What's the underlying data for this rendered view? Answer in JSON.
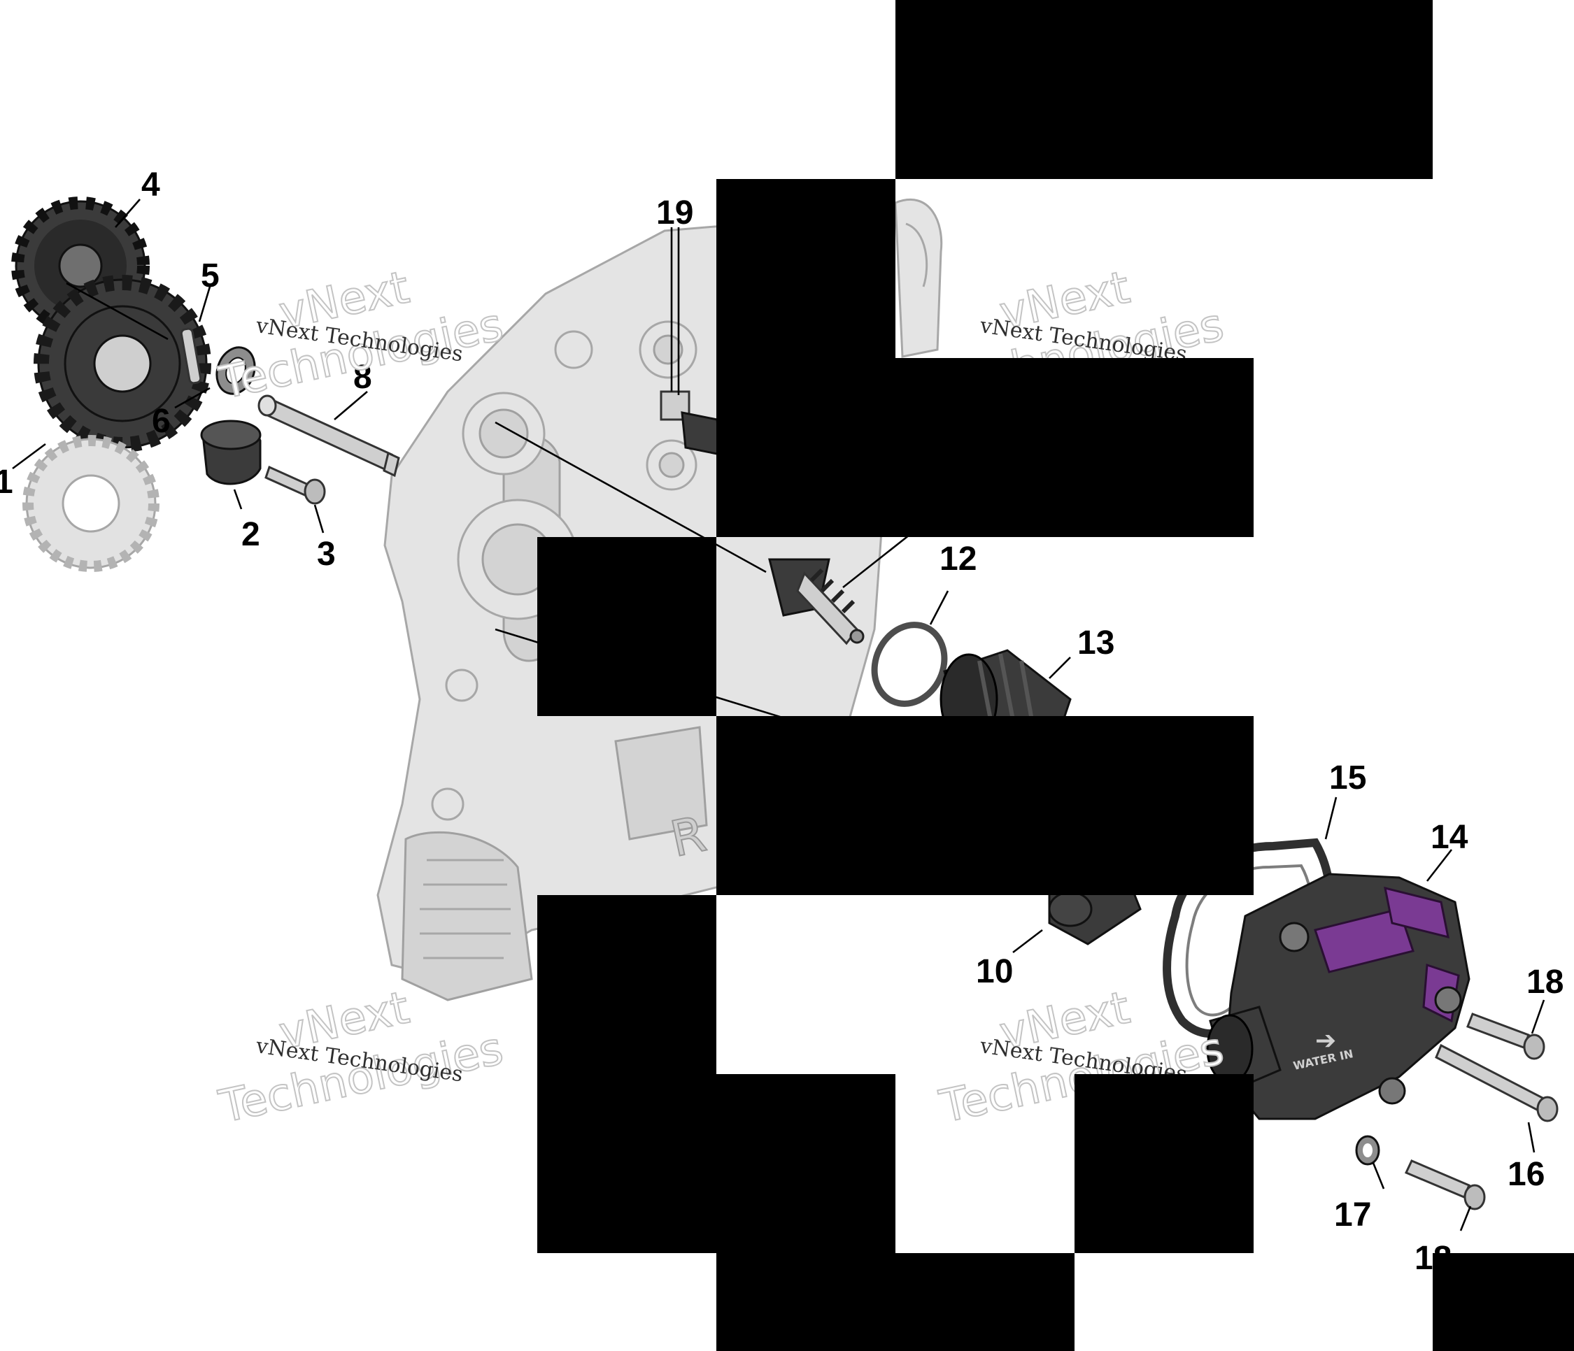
{
  "diagram": {
    "callouts": [
      "1",
      "2",
      "3",
      "4",
      "5",
      "6",
      "8",
      "10",
      "12",
      "13",
      "14",
      "15",
      "16",
      "17",
      "18",
      "18",
      "19"
    ],
    "watermarks": {
      "line_text": "vNext Technologies",
      "big_line_1": "vNext",
      "big_line_2": "Technologies"
    },
    "decal": {
      "arrow_glyph": "➔",
      "water_in": "WATER IN"
    }
  }
}
